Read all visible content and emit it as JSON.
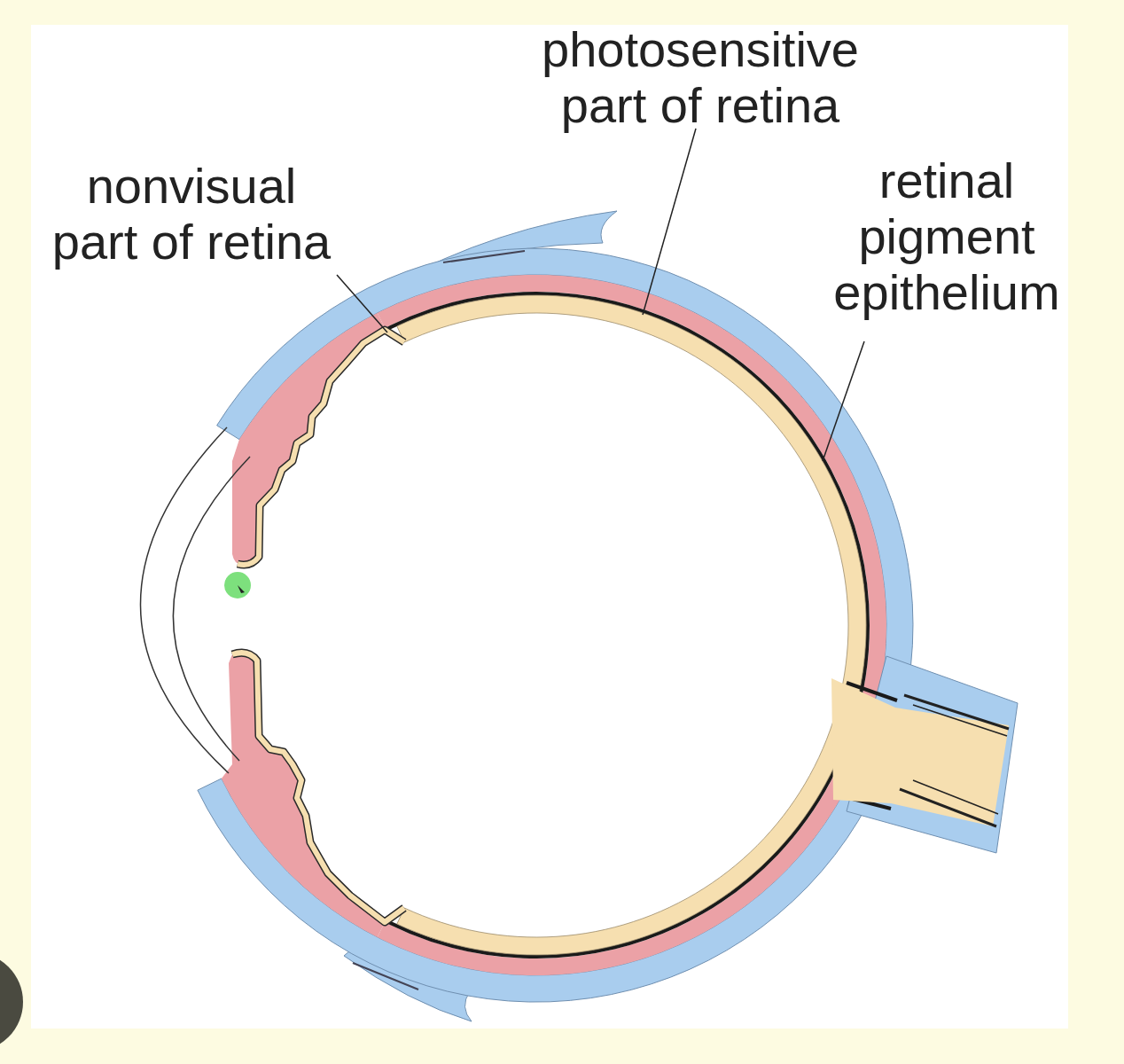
{
  "diagram": {
    "labels": [
      "photosensitive part of retina",
      "nonvisual part of retina",
      "retinal pigment epithelium"
    ]
  }
}
